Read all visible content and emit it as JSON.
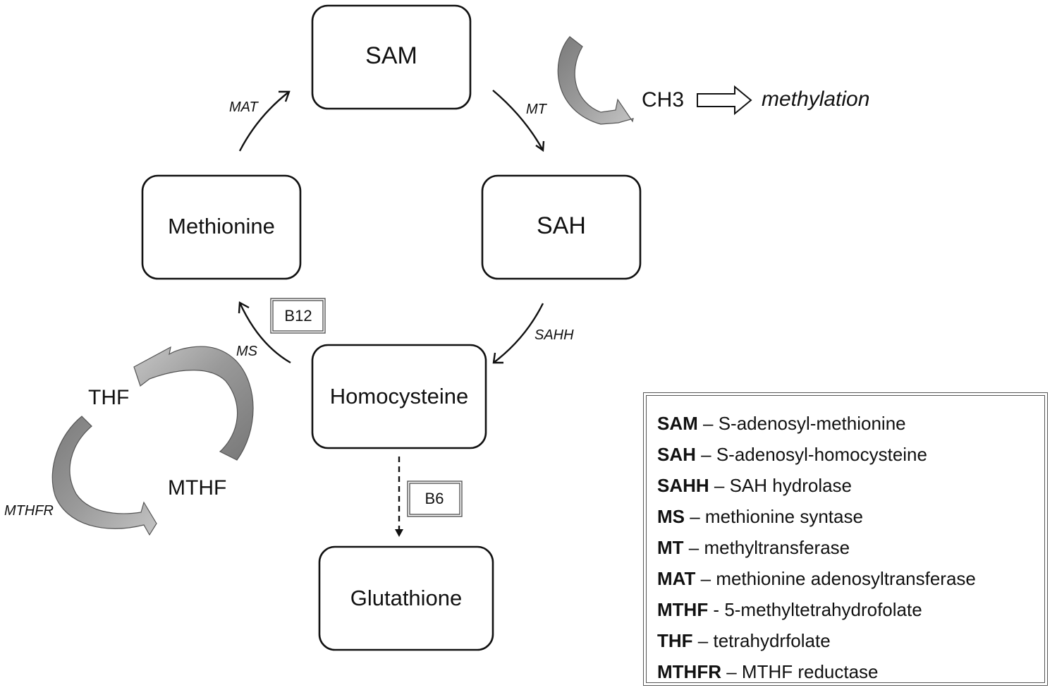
{
  "nodes": {
    "sam": "SAM",
    "sah": "SAH",
    "methionine": "Methionine",
    "homocysteine": "Homocysteine",
    "glutathione": "Glutathione"
  },
  "enzymes": {
    "mat": "MAT",
    "mt": "MT",
    "sahh": "SAHH",
    "ms": "MS",
    "mthfr": "MTHFR"
  },
  "cofactors": {
    "b12": "B12",
    "b6": "B6"
  },
  "labels": {
    "ch3": "CH3",
    "methylation": "methylation",
    "thf": "THF",
    "mthf": "MTHF"
  },
  "legend": [
    {
      "abbr": "SAM",
      "sep": " – ",
      "desc": "S-adenosyl-methionine"
    },
    {
      "abbr": "SAH",
      "sep": " – ",
      "desc": "S-adenosyl-homocysteine"
    },
    {
      "abbr": "SAHH",
      "sep": " – ",
      "desc": "SAH hydrolase"
    },
    {
      "abbr": "MS",
      "sep": " – ",
      "desc": "methionine syntase"
    },
    {
      "abbr": "MT",
      "sep": " – ",
      "desc": "methyltransferase"
    },
    {
      "abbr": "MAT",
      "sep": " – ",
      "desc": "methionine adenosyltransferase"
    },
    {
      "abbr": "MTHF",
      "sep": " - ",
      "desc": "5-methyltetrahydrofolate"
    },
    {
      "abbr": "THF",
      "sep": " – ",
      "desc": "tetrahydrfolate"
    },
    {
      "abbr": "MTHFR",
      "sep": " – ",
      "desc": "MTHF reductase"
    }
  ],
  "colors": {
    "ribbon_light": "#bdbdbd",
    "ribbon_dark": "#7a7a7a",
    "stroke": "#111111"
  }
}
